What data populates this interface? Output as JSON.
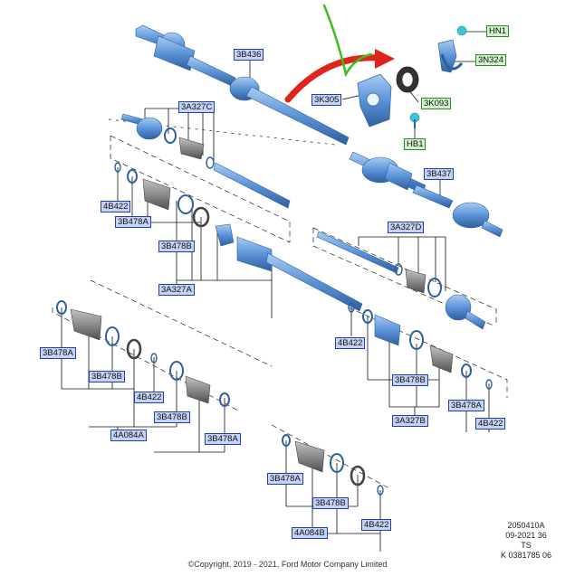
{
  "callouts": [
    {
      "id": "HN1",
      "label": "HN1",
      "style": "green"
    },
    {
      "id": "3N324",
      "label": "3N324",
      "style": "green"
    },
    {
      "id": "3K093",
      "label": "3K093",
      "style": "green"
    },
    {
      "id": "HB1",
      "label": "HB1",
      "style": "green"
    },
    {
      "id": "3K305",
      "label": "3K305",
      "style": "blue"
    },
    {
      "id": "3B436",
      "label": "3B436",
      "style": "blue"
    },
    {
      "id": "3A327C",
      "label": "3A327C",
      "style": "blue"
    },
    {
      "id": "3B437",
      "label": "3B437",
      "style": "blue"
    },
    {
      "id": "4B422-a",
      "label": "4B422",
      "style": "blue"
    },
    {
      "id": "3B478A-a",
      "label": "3B478A",
      "style": "blue"
    },
    {
      "id": "3B478B-a",
      "label": "3B478B",
      "style": "blue"
    },
    {
      "id": "3A327A",
      "label": "3A327A",
      "style": "blue"
    },
    {
      "id": "3A327D",
      "label": "3A327D",
      "style": "blue"
    },
    {
      "id": "4B422-b",
      "label": "4B422",
      "style": "blue"
    },
    {
      "id": "3B478B-b",
      "label": "3B478B",
      "style": "blue"
    },
    {
      "id": "3B478A-b",
      "label": "3B478A",
      "style": "blue"
    },
    {
      "id": "3A327B",
      "label": "3A327B",
      "style": "blue"
    },
    {
      "id": "4B422-c",
      "label": "4B422",
      "style": "blue"
    },
    {
      "id": "3B478A-c",
      "label": "3B478A",
      "style": "blue"
    },
    {
      "id": "3B478B-c",
      "label": "3B478B",
      "style": "blue"
    },
    {
      "id": "4B422-d",
      "label": "4B422",
      "style": "blue"
    },
    {
      "id": "3B478B-d",
      "label": "3B478B",
      "style": "blue"
    },
    {
      "id": "4A084A",
      "label": "4A084A",
      "style": "blue"
    },
    {
      "id": "3B478A-d",
      "label": "3B478A",
      "style": "blue"
    },
    {
      "id": "3B478A-e",
      "label": "3B478A",
      "style": "blue"
    },
    {
      "id": "3B478B-e",
      "label": "3B478B",
      "style": "blue"
    },
    {
      "id": "4A084B",
      "label": "4A084B",
      "style": "blue"
    },
    {
      "id": "4B422-e",
      "label": "4B422",
      "style": "blue"
    }
  ],
  "drawing_info": [
    "2050410A",
    "09-2021 36",
    "TS",
    "K 0381785 06"
  ],
  "copyright": "©Copyright, 2019 - 2021, Ford Motor Company Limited",
  "colors": {
    "part_blue": "#6a9fdc",
    "part_blue_dark": "#2f5f9e",
    "boot_gray": "#8c8c8c",
    "annotation_red": "#e0231b",
    "annotation_green": "#3bbf1e",
    "label_blue_fill": "#c6d3f2",
    "label_green_fill": "#d4f0cf"
  }
}
